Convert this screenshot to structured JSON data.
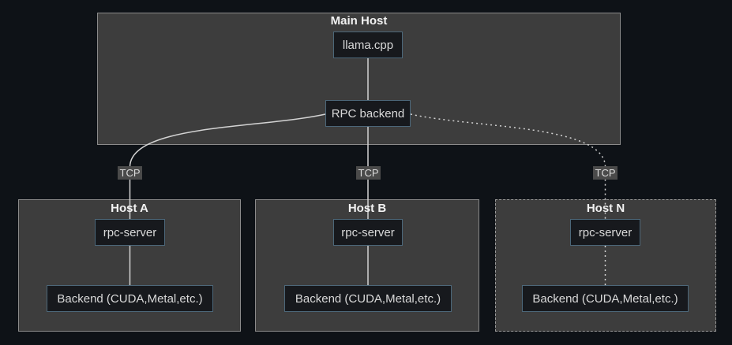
{
  "diagram": {
    "type": "flowchart",
    "main_host": {
      "title": "Main Host",
      "llama_node": "llama.cpp",
      "rpc_node": "RPC backend"
    },
    "hosts": [
      {
        "title": "Host A",
        "server_node": "rpc-server",
        "backend_node": "Backend (CUDA,Metal,etc.)",
        "connection_style": "solid"
      },
      {
        "title": "Host B",
        "server_node": "rpc-server",
        "backend_node": "Backend (CUDA,Metal,etc.)",
        "connection_style": "solid"
      },
      {
        "title": "Host N",
        "server_node": "rpc-server",
        "backend_node": "Backend (CUDA,Metal,etc.)",
        "connection_style": "dotted"
      }
    ],
    "edges": [
      {
        "from": "llama.cpp",
        "to": "RPC backend",
        "style": "solid",
        "label": ""
      },
      {
        "from": "RPC backend",
        "to": "Host A / rpc-server",
        "style": "solid",
        "label": "TCP"
      },
      {
        "from": "RPC backend",
        "to": "Host B / rpc-server",
        "style": "solid",
        "label": "TCP"
      },
      {
        "from": "RPC backend",
        "to": "Host N / rpc-server",
        "style": "dotted",
        "label": "TCP"
      },
      {
        "from": "Host A / rpc-server",
        "to": "Host A / Backend",
        "style": "solid",
        "label": ""
      },
      {
        "from": "Host B / rpc-server",
        "to": "Host B / Backend",
        "style": "solid",
        "label": ""
      },
      {
        "from": "Host N / rpc-server",
        "to": "Host N / Backend",
        "style": "dotted",
        "label": ""
      }
    ],
    "colors": {
      "canvas_bg": "#0e1217",
      "cluster_fill": "#3d3d3d",
      "cluster_border": "#8b8b8b",
      "node_fill": "#17191d",
      "node_border": "#4c6779",
      "node_text": "#d9d9d9",
      "cluster_title_text": "#f2f2f2",
      "edge": "#d3d3d3",
      "edge_label_bg": "#4a4a4a",
      "edge_label_text": "#dcdcdc"
    }
  }
}
